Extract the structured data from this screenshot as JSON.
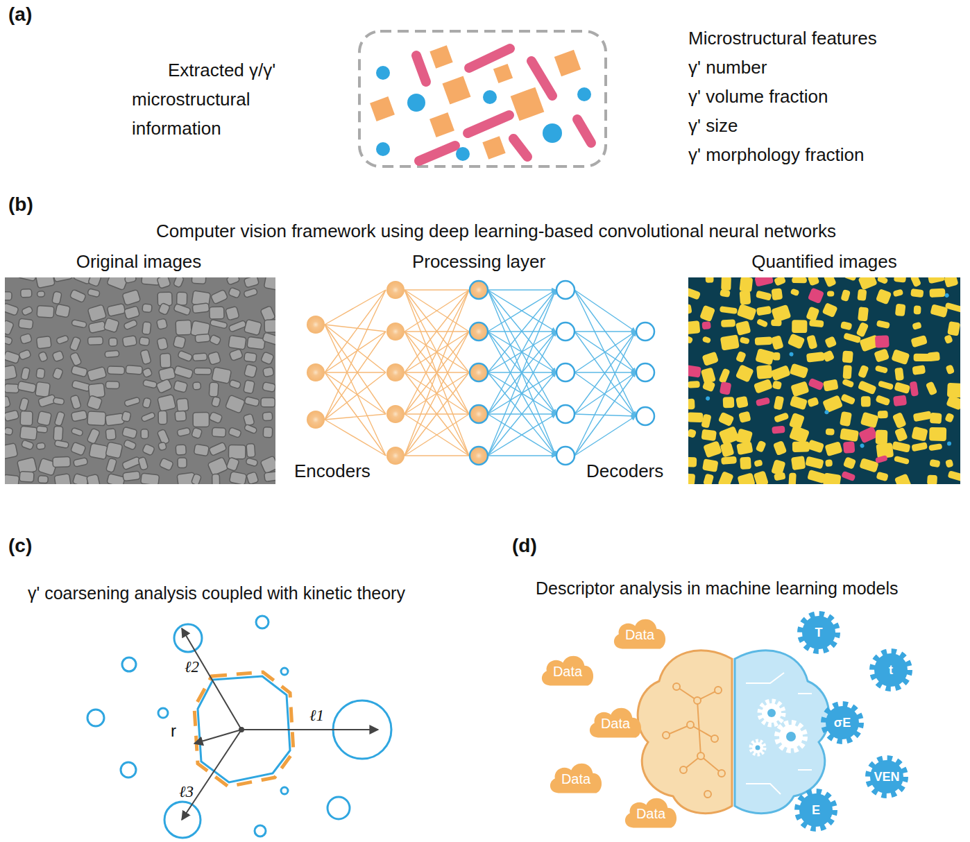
{
  "diagram": {
    "nodes": [
      {
        "text": [
          "Data"
        ]
      },
      {
        "text": [
          "Data"
        ]
      },
      {
        "text": [
          "Data"
        ]
      },
      {
        "text": [
          "Data"
        ]
      },
      {
        "text": [
          "Data"
        ]
      },
      {
        "text": [
          "T"
        ]
      },
      {
        "text": [
          "t"
        ]
      },
      {
        "text": [
          "σE"
        ]
      },
      {
        "text": [
          "VEN"
        ]
      },
      {
        "text": [
          "E"
        ]
      }
    ],
    "labels": [
      "(a)",
      "Extracted γ/γ' microstructural information",
      "Microstructural features",
      "γ' number",
      "γ' volume fraction",
      "γ' size",
      "γ' morphology fraction",
      "(b)",
      "Computer vision framework using deep learning-based convolutional neural networks",
      "Original images",
      "Processing layer",
      "Quantified images",
      "Encoders",
      "Decoders",
      "(c)",
      "γ' coarsening analysis coupled with kinetic theory",
      "ℓ2",
      "ℓ1",
      "r",
      "ℓ3",
      "(d)",
      "Descriptor analysis in machine learning models"
    ]
  }
}
